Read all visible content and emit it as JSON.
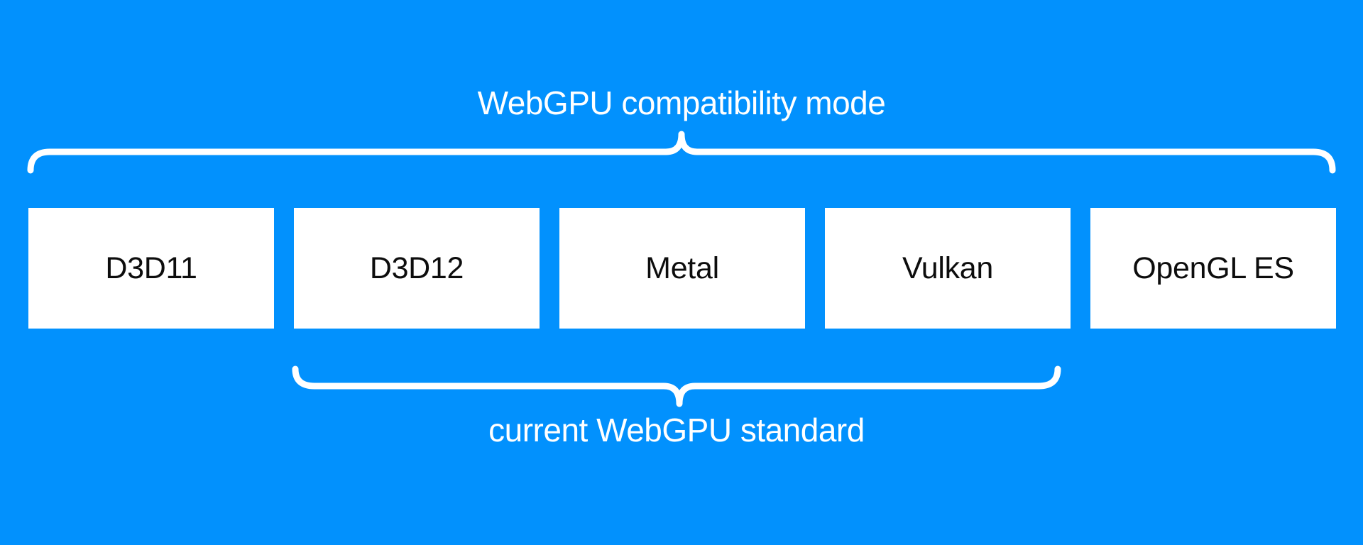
{
  "diagram": {
    "top_label": "WebGPU compatibility mode",
    "bottom_label": "current WebGPU standard",
    "apis": [
      "D3D11",
      "D3D12",
      "Metal",
      "Vulkan",
      "OpenGL ES"
    ]
  },
  "colors": {
    "background": "#0291fd",
    "box_background": "#ffffff",
    "box_text": "#0d0d0d",
    "label_text": "#ffffff",
    "brace_stroke": "#ffffff"
  }
}
